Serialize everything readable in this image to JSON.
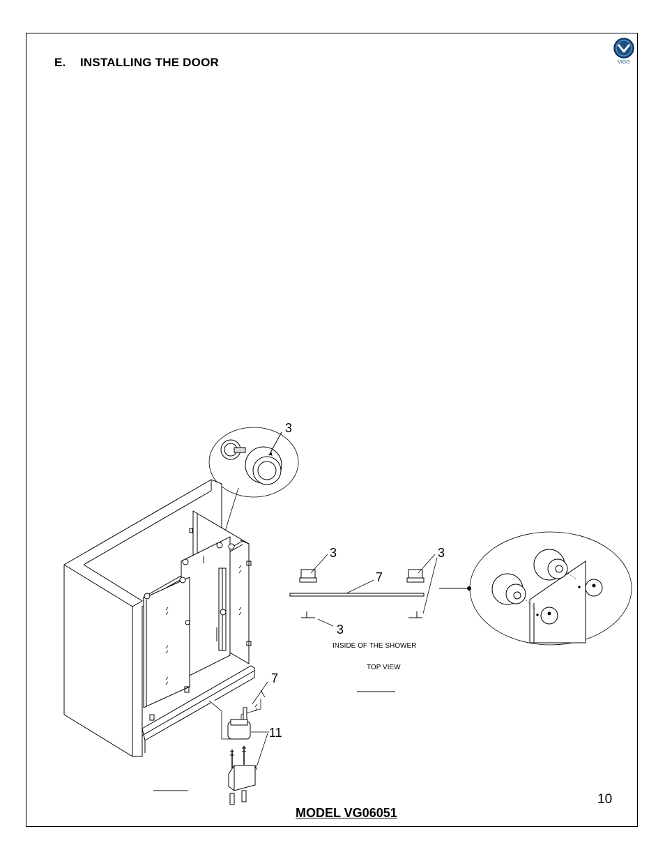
{
  "section": {
    "letter": "E.",
    "title": "INSTALLING THE DOOR"
  },
  "logo": {
    "text": "VIGO",
    "icon": "vigo-chevron-logo"
  },
  "callouts": {
    "roller_detail": "3",
    "top_left_roller": "3",
    "top_right_roller": "3",
    "rail": "7",
    "bottom_roller": "3",
    "rail_bottom": "7",
    "guide": "11"
  },
  "top_view": {
    "inside_label": "INSIDE OF THE SHOWER",
    "view_label": "TOP VIEW"
  },
  "footer": {
    "page_number": "10",
    "model": "MODEL VG06051"
  }
}
